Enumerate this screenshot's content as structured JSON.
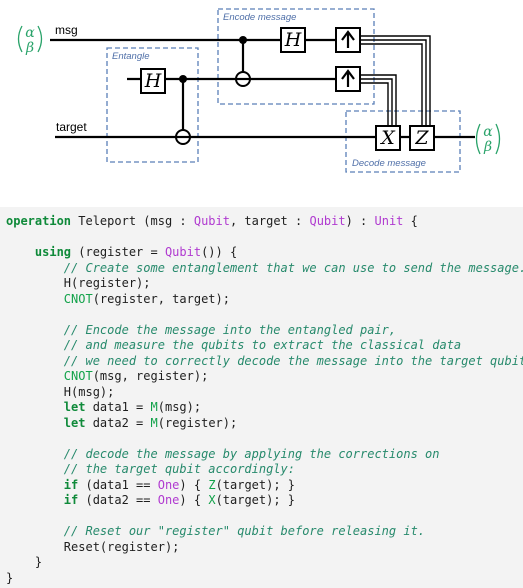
{
  "circuit": {
    "wire_labels": [
      "msg",
      "target"
    ],
    "box_labels": {
      "entangle": "Entangle",
      "encode": "Encode message",
      "decode": "Decode message"
    },
    "gates": {
      "h_register": "H",
      "h_msg": "H",
      "x_target": "X",
      "z_target": "Z"
    },
    "state_alpha": "α",
    "state_beta": "β",
    "colors": {
      "state": "#2aa36a",
      "box_border": "#5b7fb8"
    }
  },
  "code": {
    "lines": [
      [
        {
          "t": "operation",
          "c": "kw"
        },
        {
          "t": " Teleport (msg : "
        },
        {
          "t": "Qubit",
          "c": "ty"
        },
        {
          "t": ", target : "
        },
        {
          "t": "Qubit",
          "c": "ty"
        },
        {
          "t": ") : "
        },
        {
          "t": "Unit",
          "c": "ty"
        },
        {
          "t": " {"
        }
      ],
      [],
      [
        {
          "t": "    "
        },
        {
          "t": "using",
          "c": "kw"
        },
        {
          "t": " (register = "
        },
        {
          "t": "Qubit",
          "c": "ty"
        },
        {
          "t": "()) {"
        }
      ],
      [
        {
          "t": "        "
        },
        {
          "t": "// Create some entanglement that we can use to send the message.",
          "c": "cm"
        }
      ],
      [
        {
          "t": "        H(register);"
        }
      ],
      [
        {
          "t": "        "
        },
        {
          "t": "CNOT",
          "c": "fn"
        },
        {
          "t": "(register, target);"
        }
      ],
      [],
      [
        {
          "t": "        "
        },
        {
          "t": "// Encode the message into the entangled pair,",
          "c": "cm"
        }
      ],
      [
        {
          "t": "        "
        },
        {
          "t": "// and measure the qubits to extract the classical data",
          "c": "cm"
        }
      ],
      [
        {
          "t": "        "
        },
        {
          "t": "// we need to correctly decode the message into the target qubit",
          "c": "cm"
        }
      ],
      [
        {
          "t": "        "
        },
        {
          "t": "CNOT",
          "c": "fn"
        },
        {
          "t": "(msg, register);"
        }
      ],
      [
        {
          "t": "        H(msg);"
        }
      ],
      [
        {
          "t": "        "
        },
        {
          "t": "let",
          "c": "kw"
        },
        {
          "t": " data1 = "
        },
        {
          "t": "M",
          "c": "fn"
        },
        {
          "t": "(msg);"
        }
      ],
      [
        {
          "t": "        "
        },
        {
          "t": "let",
          "c": "kw"
        },
        {
          "t": " data2 = "
        },
        {
          "t": "M",
          "c": "fn"
        },
        {
          "t": "(register);"
        }
      ],
      [],
      [
        {
          "t": "        "
        },
        {
          "t": "// decode the message by applying the corrections on",
          "c": "cm"
        }
      ],
      [
        {
          "t": "        "
        },
        {
          "t": "// the target qubit accordingly:",
          "c": "cm"
        }
      ],
      [
        {
          "t": "        "
        },
        {
          "t": "if",
          "c": "kw"
        },
        {
          "t": " (data1 == "
        },
        {
          "t": "One",
          "c": "ty"
        },
        {
          "t": ") { "
        },
        {
          "t": "Z",
          "c": "fn"
        },
        {
          "t": "(target); }"
        }
      ],
      [
        {
          "t": "        "
        },
        {
          "t": "if",
          "c": "kw"
        },
        {
          "t": " (data2 == "
        },
        {
          "t": "One",
          "c": "ty"
        },
        {
          "t": ") { "
        },
        {
          "t": "X",
          "c": "fn"
        },
        {
          "t": "(target); }"
        }
      ],
      [],
      [
        {
          "t": "        "
        },
        {
          "t": "// Reset our \"register\" qubit before releasing it.",
          "c": "cm"
        }
      ],
      [
        {
          "t": "        Reset(register);"
        }
      ],
      [
        {
          "t": "    }"
        }
      ],
      [
        {
          "t": "}"
        }
      ]
    ]
  }
}
